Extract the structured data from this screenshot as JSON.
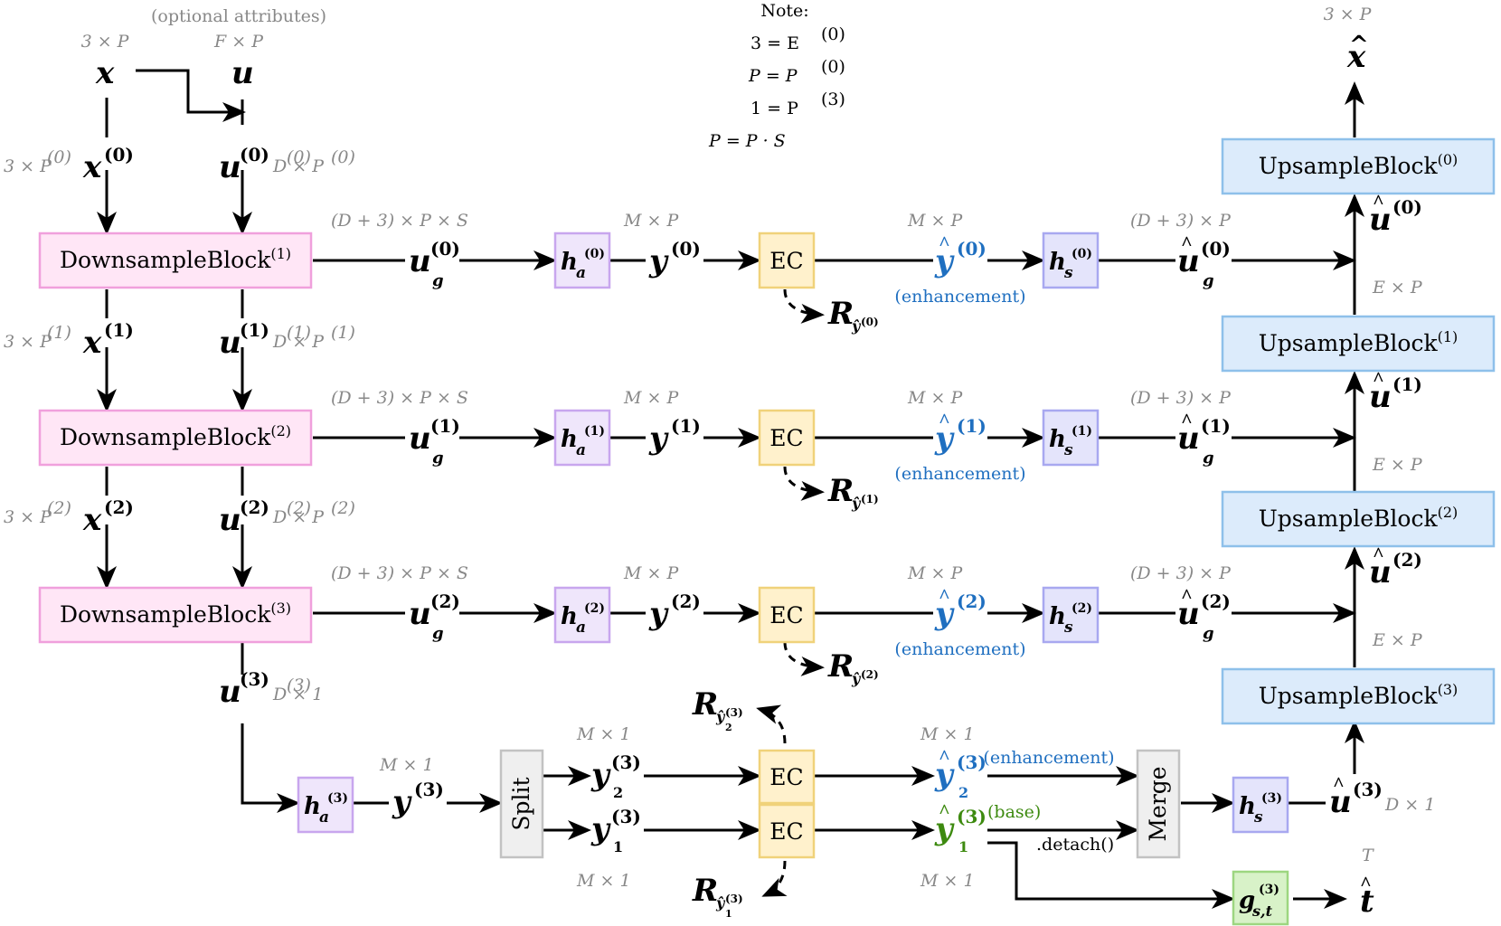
{
  "colors": {
    "downsample_fill": "#ffe6f6",
    "downsample_stroke": "#f0a0dc",
    "upsample_fill": "#dcebfb",
    "upsample_stroke": "#8ec0ea",
    "ha_fill": "#efe6fb",
    "ha_stroke": "#c8a6ee",
    "hs_fill": "#e4e4fb",
    "hs_stroke": "#a8a8f0",
    "ec_fill": "#fff1cc",
    "ec_stroke": "#f0d27a",
    "split_fill": "#efefef",
    "split_stroke": "#c2c2c2",
    "g_fill": "#d8f2c8",
    "g_stroke": "#9dd680",
    "enhancement_text": "#1f6fc0",
    "base_text": "#3d8a0f"
  },
  "note": {
    "title": "Note:",
    "lines": [
      "3 = E",
      "P = P",
      "1 = P",
      "P = P · S"
    ]
  },
  "labels": {
    "optional_attributes": "(optional attributes)",
    "enhancement": "(enhancement)",
    "base": "(base)",
    "detach": ".detach()",
    "ec": "EC",
    "split": "Split",
    "merge": "Merge",
    "T": "T"
  },
  "blocks": {
    "downsample": [
      "DownsampleBlock",
      "DownsampleBlock",
      "DownsampleBlock"
    ],
    "upsample": [
      "UpsampleBlock",
      "UpsampleBlock",
      "UpsampleBlock",
      "UpsampleBlock"
    ]
  },
  "dims": {
    "x_top": "3 × P",
    "u_top": "F × P",
    "xhat_top": "3 × P",
    "x0": "3 × P",
    "x1": "3 × P",
    "x2": "3 × P",
    "u0": "D × P",
    "u1": "D × P",
    "u2": "D × P",
    "u3": "D × 1",
    "ug0": "(D + 3) × P × S",
    "ug1": "(D + 3) × P × S",
    "ug2": "(D + 3) × P × S",
    "y0": "M × P",
    "y1": "M × P",
    "y2": "M × P",
    "yhat0": "M × P",
    "yhat1": "M × P",
    "yhat2": "M × P",
    "uhatg0": "(D + 3) × P",
    "uhatg1": "(D + 3) × P",
    "uhatg2": "(D + 3) × P",
    "e1": "E × P",
    "e2": "E × P",
    "e3": "E × P",
    "y3": "M × 1",
    "y32": "M × 1",
    "y31": "M × 1",
    "yhat32": "M × 1",
    "yhat31": "M × 1",
    "uhat3": "D × 1"
  }
}
